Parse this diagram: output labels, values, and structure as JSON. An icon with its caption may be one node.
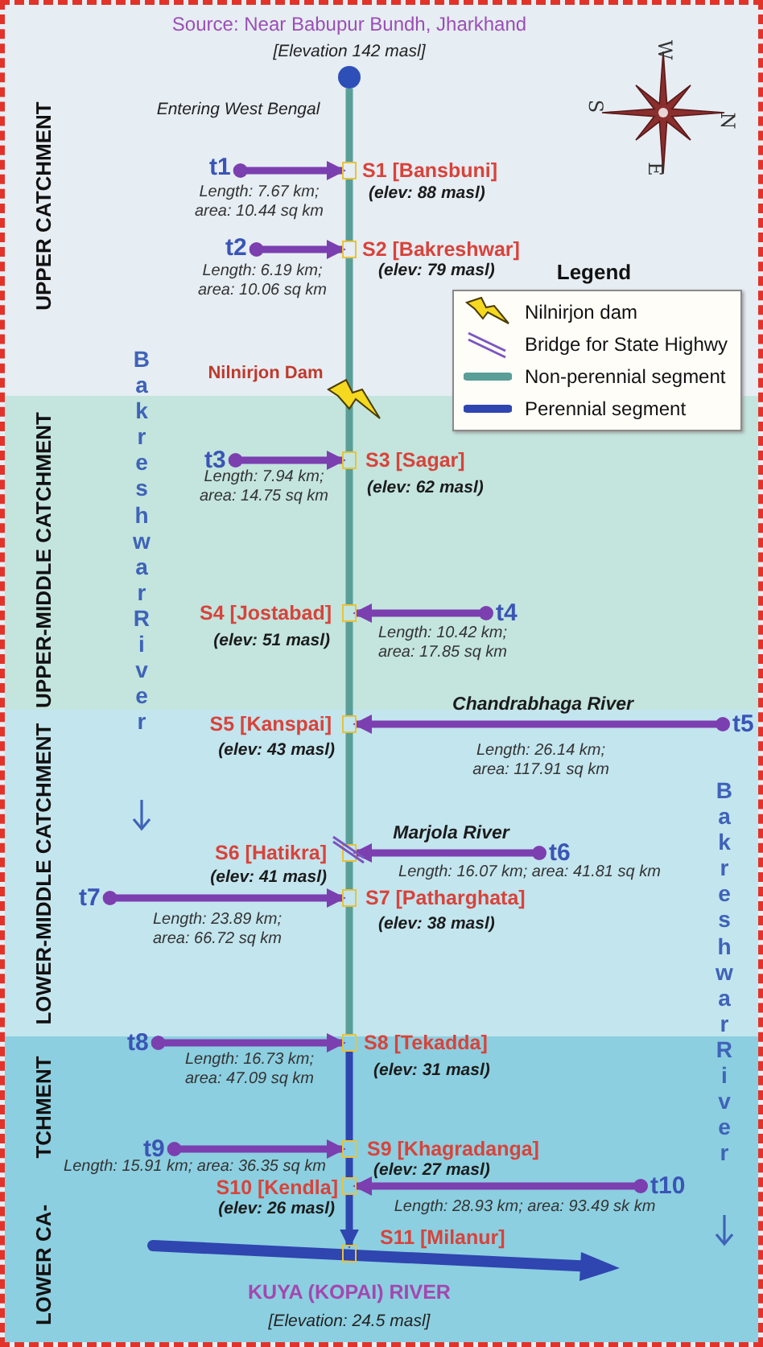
{
  "diagram": {
    "nodes": [
      {
        "text": [
          "UPPER CATCHMENT"
        ]
      },
      {
        "text": [
          "UPPER-MIDDLE CATCHMENT"
        ]
      },
      {
        "text": [
          "LOWER-MIDDLE CATCHMENT"
        ]
      },
      {
        "text": [
          "LOWER CA-",
          "TCHMENT"
        ]
      },
      {
        "text": [],
        "shape": "circle",
        "in": 0,
        "beside": [
          "Source: Near Babupur Bundh, Jharkhand",
          "[Elevation 142 masl]"
        ]
      },
      {
        "text": [
          "t1"
        ],
        "in": 0,
        "beside": [
          "Length: 7.67 km; area: 10.44 sq km"
        ]
      },
      {
        "text": [],
        "shape": "box",
        "in": 0,
        "beside": [
          "S1 [Bansbuni]",
          "(elev: 88 masl)"
        ]
      },
      {
        "text": [
          "t2"
        ],
        "in": 0,
        "beside": [
          "Length: 6.19 km; area: 10.06 sq km"
        ]
      },
      {
        "text": [],
        "shape": "box",
        "in": 0,
        "beside": [
          "S2 [Bakreshwar]",
          "(elev: 79 masl)"
        ]
      },
      {
        "text": [
          "t3"
        ],
        "in": 1,
        "beside": [
          "Length: 7.94 km; area: 14.75 sq km"
        ]
      },
      {
        "text": [],
        "shape": "box",
        "in": 1,
        "beside": [
          "S3 [Sagar]",
          "(elev: 62 masl)"
        ]
      },
      {
        "text": [],
        "shape": "box",
        "in": 1,
        "beside": [
          "S4 [Jostabad]",
          "(elev: 51 masl)"
        ]
      },
      {
        "text": [
          "t4"
        ],
        "in": 1,
        "beside": [
          "Length: 10.42 km; area: 17.85 sq km"
        ]
      },
      {
        "text": [],
        "shape": "box",
        "in": 2,
        "beside": [
          "S5 [Kanspai]",
          "(elev: 43 masl)"
        ]
      },
      {
        "text": [
          "t5"
        ],
        "in": 2
      },
      {
        "text": [],
        "shape": "box",
        "in": 2,
        "beside": [
          "S6 [Hatikra]",
          "(elev: 41 masl)"
        ]
      },
      {
        "text": [
          "t6"
        ],
        "in": 2,
        "beside": [
          "Length: 16.07 km; area: 41.81 sq km"
        ]
      },
      {
        "text": [
          "t7"
        ],
        "in": 2,
        "beside": [
          "Length: 23.89 km; area: 66.72 sq km"
        ]
      },
      {
        "text": [],
        "shape": "box",
        "in": 2,
        "beside": [
          "S7 [Patharghata]",
          "(elev: 38 masl)"
        ]
      },
      {
        "text": [
          "t8"
        ],
        "in": 3,
        "beside": [
          "Length: 16.73 km; area: 47.09 sq km"
        ]
      },
      {
        "text": [],
        "shape": "box",
        "in": 3,
        "beside": [
          "S8 [Tekadda]",
          "(elev: 31 masl)"
        ]
      },
      {
        "text": [
          "t9"
        ],
        "in": 3,
        "beside": [
          "Length: 15.91 km; area: 36.35 sq km"
        ]
      },
      {
        "text": [],
        "shape": "box",
        "in": 3,
        "beside": [
          "S9 [Khagradanga]",
          "(elev: 27 masl)"
        ]
      },
      {
        "text": [],
        "shape": "box",
        "in": 3,
        "beside": [
          "S10 [Kendla]",
          "(elev: 26 masl)"
        ]
      },
      {
        "text": [
          "t10"
        ],
        "in": 3,
        "beside": [
          "Length: 28.93 km; area: 93.49 sk km"
        ]
      },
      {
        "text": [],
        "shape": "box",
        "in": 3,
        "beside": [
          "S11 [Milanur]"
        ]
      }
    ],
    "edges": [
      {
        "from": 4,
        "to": 6,
        "arrow": "none",
        "color": "#5a9e98"
      },
      {
        "from": 6,
        "to": 8,
        "arrow": "none",
        "color": "#5a9e98"
      },
      {
        "from": 8,
        "to": 10,
        "arrow": "none",
        "color": "#5a9e98"
      },
      {
        "from": 10,
        "to": 11,
        "arrow": "none",
        "color": "#5a9e98"
      },
      {
        "from": 11,
        "to": 13,
        "arrow": "none",
        "color": "#5a9e98"
      },
      {
        "from": 13,
        "to": 15,
        "arrow": "none",
        "color": "#5a9e98"
      },
      {
        "from": 15,
        "to": 18,
        "arrow": "none",
        "color": "#5a9e98"
      },
      {
        "from": 18,
        "to": 20,
        "arrow": "none",
        "color": "#5a9e98"
      },
      {
        "from": 20,
        "to": 22,
        "arrow": "none",
        "color": "#2f45b0"
      },
      {
        "from": 22,
        "to": 23,
        "arrow": "none",
        "color": "#2f45b0"
      },
      {
        "from": 23,
        "to": 25,
        "arrow": "to",
        "color": "#2f45b0"
      },
      {
        "from": 5,
        "to": 6,
        "arrow": "to"
      },
      {
        "from": 7,
        "to": 8,
        "arrow": "to"
      },
      {
        "from": 9,
        "to": 10,
        "arrow": "to"
      },
      {
        "from": 12,
        "to": 11,
        "arrow": "to"
      },
      {
        "from": 14,
        "to": 13,
        "arrow": "to",
        "label": "Chandrabhaga River"
      },
      {
        "from": 16,
        "to": 15,
        "arrow": "to",
        "label": "Marjola River"
      },
      {
        "from": 17,
        "to": 18,
        "arrow": "to"
      },
      {
        "from": 19,
        "to": 20,
        "arrow": "to"
      },
      {
        "from": 21,
        "to": 22,
        "arrow": "to"
      },
      {
        "from": 24,
        "to": 23,
        "arrow": "to"
      }
    ],
    "labels": [
      "Entering West Bengal",
      "W",
      "S",
      "N",
      "E",
      "Legend",
      "Nilnirjon Dam",
      "Bakreshwar River",
      "Bakreshwar River",
      "KUYA (KOPAI) RIVER",
      "[Elevation: 24.5 masl]",
      "Length: 26.14 km; area: 117.91 sq km"
    ],
    "legend": [
      {
        "text": "Nilnirjon dam"
      },
      {
        "text": "Bridge for State Highwy"
      },
      {
        "text": "Non-perennial segment"
      },
      {
        "text": "Perennial segment"
      }
    ]
  }
}
